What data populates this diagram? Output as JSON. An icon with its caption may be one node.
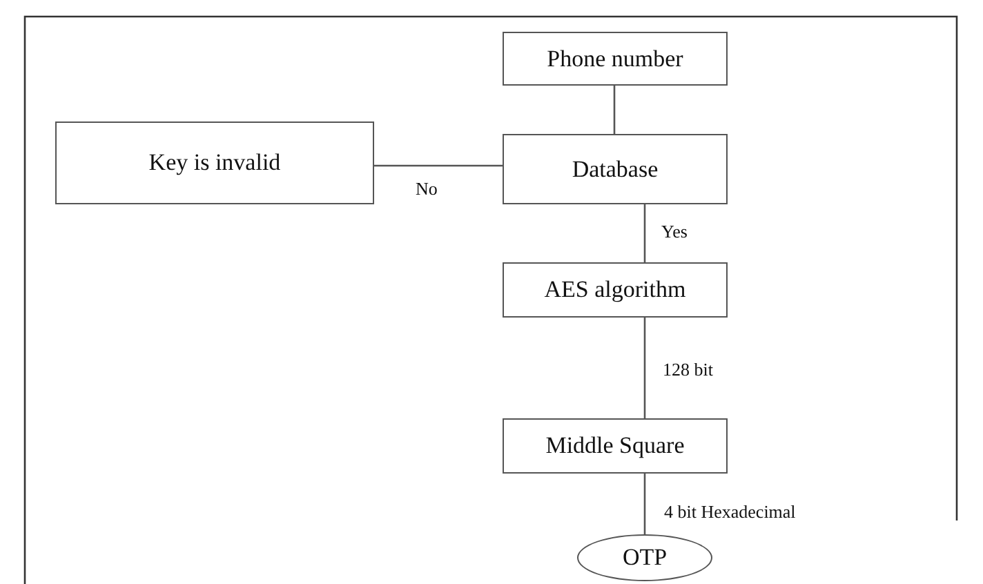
{
  "diagram": {
    "nodes": [
      {
        "text": [
          "Phone number"
        ]
      },
      {
        "text": [
          "Key is invalid"
        ]
      },
      {
        "text": [
          "Database"
        ]
      },
      {
        "text": [
          "AES algorithm"
        ]
      },
      {
        "text": [
          "Middle Square"
        ]
      },
      {
        "text": [
          "OTP"
        ]
      }
    ],
    "edges": [
      {
        "from": 0,
        "to": 2,
        "arrow": "none"
      },
      {
        "from": 2,
        "to": 1,
        "arrow": "none",
        "label": "No"
      },
      {
        "from": 2,
        "to": 3,
        "arrow": "none",
        "label": "Yes"
      },
      {
        "from": 3,
        "to": 4,
        "arrow": "none",
        "label": "128 bit"
      },
      {
        "from": 4,
        "to": 5,
        "arrow": "none",
        "label": "4 bit Hexadecimal"
      }
    ]
  }
}
